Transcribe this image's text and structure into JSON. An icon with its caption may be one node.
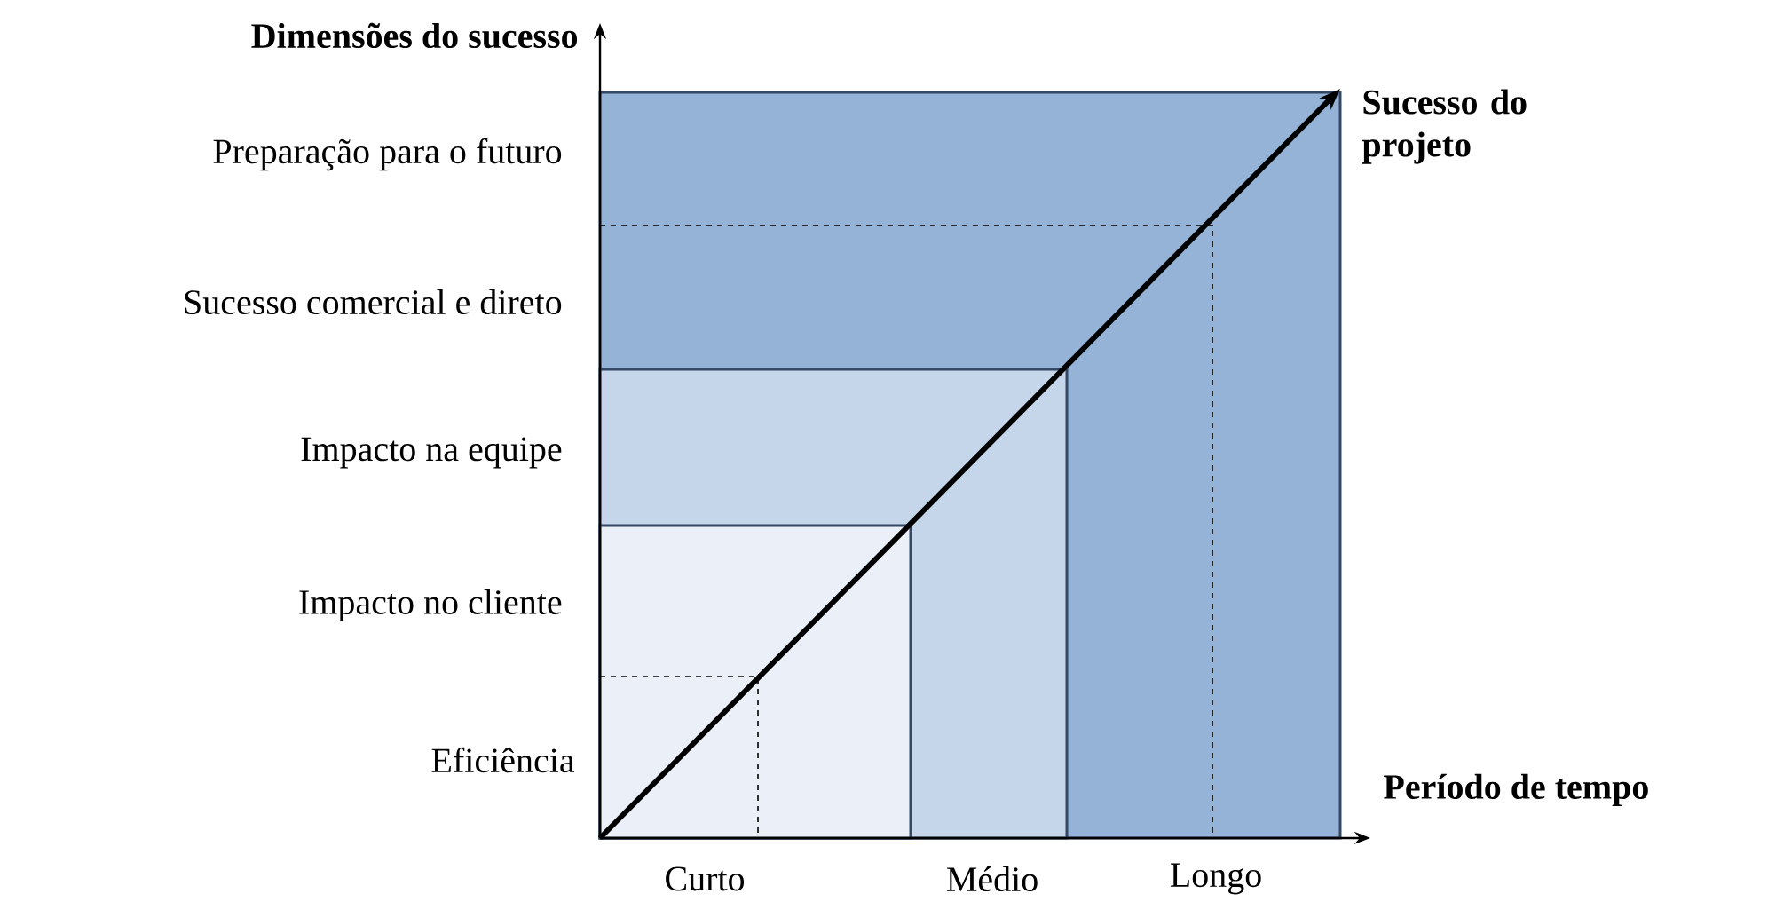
{
  "diagram": {
    "nodes": [
      {
        "text": [
          "Sucesso do projeto"
        ]
      },
      {
        "text": [],
        "shape": "box"
      },
      {
        "text": [],
        "shape": "box",
        "in": 1
      },
      {
        "text": [],
        "shape": "box",
        "in": 2
      }
    ],
    "edges": [
      {
        "from": 3,
        "to": 0,
        "arrow": "to"
      }
    ],
    "labels": [
      "Dimensões do sucesso",
      "Preparação para o futuro",
      "Sucesso comercial e direto",
      "Impacto na equipe",
      "Impacto no cliente",
      "Eficiência",
      "Período de tempo",
      "Curto",
      "Médio",
      "Longo"
    ]
  }
}
